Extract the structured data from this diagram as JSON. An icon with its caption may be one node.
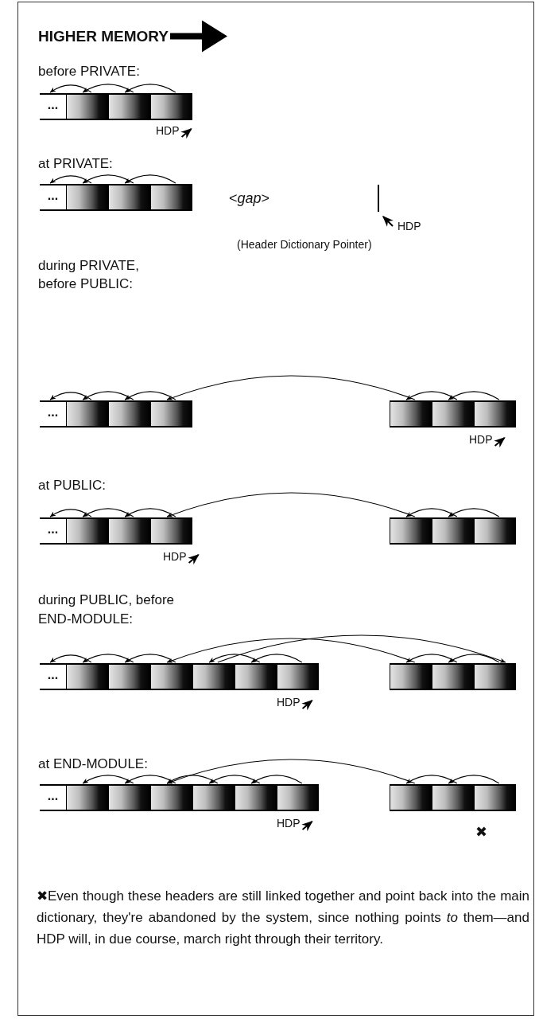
{
  "diagram": {
    "nodes": [
      {
        "text": [
          "..."
        ]
      },
      {
        "text": [],
        "shape": "box"
      },
      {
        "text": [],
        "shape": "box"
      },
      {
        "text": [],
        "shape": "box"
      },
      {
        "text": [
          "..."
        ]
      },
      {
        "text": [],
        "shape": "box"
      },
      {
        "text": [],
        "shape": "box"
      },
      {
        "text": [],
        "shape": "box"
      },
      {
        "text": [
          "..."
        ]
      },
      {
        "text": [],
        "shape": "box"
      },
      {
        "text": [],
        "shape": "box"
      },
      {
        "text": [],
        "shape": "box"
      },
      {
        "text": [],
        "shape": "box"
      },
      {
        "text": [],
        "shape": "box"
      },
      {
        "text": [],
        "shape": "box"
      },
      {
        "text": [
          "..."
        ]
      },
      {
        "text": [],
        "shape": "box"
      },
      {
        "text": [],
        "shape": "box"
      },
      {
        "text": [],
        "shape": "box"
      },
      {
        "text": [],
        "shape": "box"
      },
      {
        "text": [],
        "shape": "box"
      },
      {
        "text": [],
        "shape": "box"
      },
      {
        "text": [
          "..."
        ]
      },
      {
        "text": [],
        "shape": "box"
      },
      {
        "text": [],
        "shape": "box"
      },
      {
        "text": [],
        "shape": "box"
      },
      {
        "text": [],
        "shape": "box"
      },
      {
        "text": [],
        "shape": "box"
      },
      {
        "text": [],
        "shape": "box"
      },
      {
        "text": [],
        "shape": "box"
      },
      {
        "text": [],
        "shape": "box"
      },
      {
        "text": [],
        "shape": "box"
      },
      {
        "text": [
          "..."
        ]
      },
      {
        "text": [],
        "shape": "box"
      },
      {
        "text": [],
        "shape": "box"
      },
      {
        "text": [],
        "shape": "box"
      },
      {
        "text": [],
        "shape": "box"
      },
      {
        "text": [],
        "shape": "box"
      },
      {
        "text": [],
        "shape": "box"
      },
      {
        "text": [],
        "shape": "box"
      },
      {
        "text": [],
        "shape": "box"
      },
      {
        "text": [],
        "shape": "box"
      }
    ],
    "edges": [
      {
        "from": 1,
        "to": 0,
        "arrow": "to"
      },
      {
        "from": 2,
        "to": 1,
        "arrow": "to"
      },
      {
        "from": 3,
        "to": 2,
        "arrow": "to"
      },
      {
        "from": 5,
        "to": 4,
        "arrow": "to"
      },
      {
        "from": 6,
        "to": 5,
        "arrow": "to"
      },
      {
        "from": 7,
        "to": 6,
        "arrow": "to"
      },
      {
        "from": 9,
        "to": 8,
        "arrow": "to"
      },
      {
        "from": 10,
        "to": 9,
        "arrow": "to"
      },
      {
        "from": 11,
        "to": 10,
        "arrow": "to"
      },
      {
        "from": 12,
        "to": 11,
        "arrow": "to"
      },
      {
        "from": 13,
        "to": 12,
        "arrow": "to"
      },
      {
        "from": 14,
        "to": 13,
        "arrow": "to"
      },
      {
        "from": 16,
        "to": 15,
        "arrow": "to"
      },
      {
        "from": 17,
        "to": 16,
        "arrow": "to"
      },
      {
        "from": 18,
        "to": 17,
        "arrow": "to"
      },
      {
        "from": 19,
        "to": 18,
        "arrow": "to"
      },
      {
        "from": 20,
        "to": 19,
        "arrow": "to"
      },
      {
        "from": 21,
        "to": 20,
        "arrow": "to"
      },
      {
        "from": 23,
        "to": 22,
        "arrow": "to"
      },
      {
        "from": 24,
        "to": 23,
        "arrow": "to"
      },
      {
        "from": 25,
        "to": 24,
        "arrow": "to"
      },
      {
        "from": 26,
        "to": 31,
        "arrow": "to"
      },
      {
        "from": 27,
        "to": 26,
        "arrow": "to"
      },
      {
        "from": 28,
        "to": 27,
        "arrow": "to"
      },
      {
        "from": 29,
        "to": 25,
        "arrow": "to"
      },
      {
        "from": 30,
        "to": 29,
        "arrow": "to"
      },
      {
        "from": 31,
        "to": 30,
        "arrow": "to"
      },
      {
        "from": 34,
        "to": 33,
        "arrow": "to"
      },
      {
        "from": 35,
        "to": 34,
        "arrow": "to"
      },
      {
        "from": 36,
        "to": 35,
        "arrow": "to"
      },
      {
        "from": 37,
        "to": 36,
        "arrow": "to"
      },
      {
        "from": 38,
        "to": 37,
        "arrow": "to"
      },
      {
        "from": 39,
        "to": 35,
        "arrow": "to"
      },
      {
        "from": 40,
        "to": 39,
        "arrow": "to"
      },
      {
        "from": 41,
        "to": 40,
        "arrow": "to"
      }
    ],
    "labels": [
      "HIGHER MEMORY",
      "before PRIVATE:",
      "HDP",
      "at PRIVATE:",
      "<*gap*>",
      "HDP",
      "(Header Dictionary Pointer)",
      "during PRIVATE, before PUBLIC:",
      "HDP",
      "at PUBLIC:",
      "HDP",
      "during PUBLIC, before END-MODULE:",
      "HDP",
      "at END-MODULE:",
      "HDP",
      "✖",
      "✖Even though these headers are still linked together and point back into the main dictionary, they're abandoned by the system, since nothing points *to* them—and HDP will, in due course, march right through their territory."
    ]
  }
}
